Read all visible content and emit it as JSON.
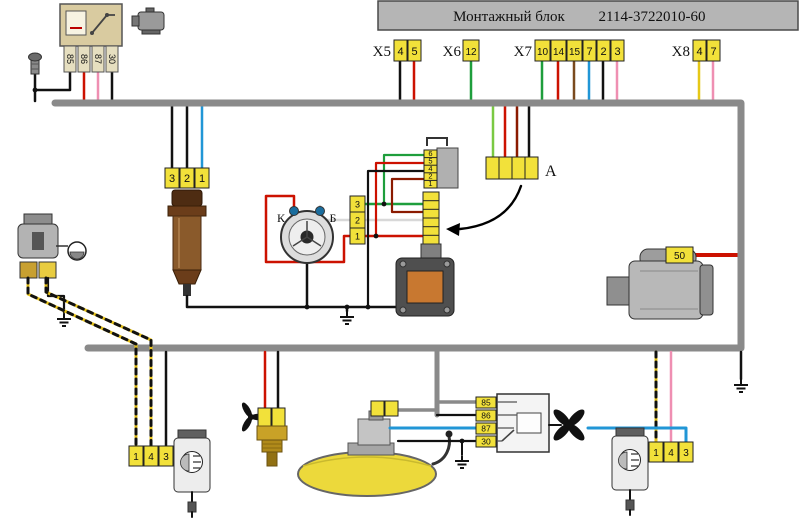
{
  "block": {
    "title": "Монтажный блок",
    "part": "2114-3722010-60"
  },
  "x5": {
    "label": "X5",
    "pins": [
      "4",
      "5"
    ]
  },
  "x6": {
    "label": "X6",
    "pins": [
      "12"
    ]
  },
  "x7": {
    "label": "X7",
    "pins": [
      "10",
      "14",
      "15",
      "7",
      "2",
      "3"
    ]
  },
  "x8": {
    "label": "X8",
    "pins": [
      "4",
      "7"
    ]
  },
  "relay_top": {
    "pins": [
      "85",
      "86",
      "87",
      "30"
    ]
  },
  "relay_bottom": {
    "pins": [
      "85",
      "86",
      "87",
      "30"
    ]
  },
  "coil_conn": {
    "pins": [
      "3",
      "2",
      "1"
    ]
  },
  "module_conn": {
    "pins": [
      "6",
      "5",
      "4",
      "2",
      "1"
    ]
  },
  "hall_conn": {
    "pins": [
      "3",
      "2",
      "1"
    ]
  },
  "distributor": {
    "k": "К",
    "b": "Б"
  },
  "conn_a": {
    "label": "А"
  },
  "starter": {
    "terminal": "50"
  },
  "sensor_left_conn": {
    "pins": [
      "1",
      "4",
      "3"
    ]
  },
  "sensor_right_conn": {
    "pins": [
      "1",
      "4",
      "3"
    ]
  },
  "colors": {
    "pin_yellow": "#f2e13a",
    "harness_gray": "#8a8a8a",
    "header_gray": "#b5b5b5",
    "relay_beige": "#d9cba0",
    "coil_brown": "#8a5a2b",
    "tank_yellow": "#ecd93b",
    "module_orange": "#c87830",
    "wire_black": "#111111",
    "wire_red": "#cc1100",
    "wire_dark_red": "#8b1a00",
    "wire_green": "#1e9e3c",
    "wire_light_green": "#7ac943",
    "wire_blue": "#2196d6",
    "wire_pink": "#ef8fb2",
    "wire_yellow": "#e6c817",
    "wire_brown": "#7a4a1e",
    "wire_white": "#d8d8d8"
  }
}
